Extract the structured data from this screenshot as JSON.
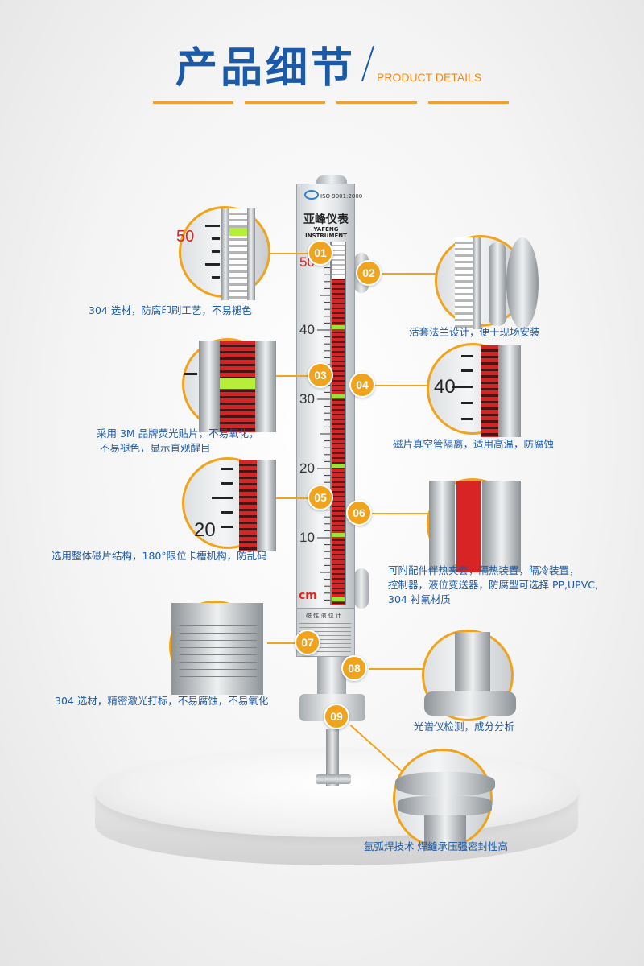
{
  "header": {
    "title": "产品细节",
    "subtitle": "PRODUCT DETAILS",
    "accent_color": "#f0a41e",
    "title_color": "#1c5aa8"
  },
  "instrument": {
    "brand_cn": "亚峰仪表",
    "brand_en": "YAFENG INSTRUMENT",
    "iso_text": "ISO 9001:2000",
    "scale_labels": [
      "50",
      "40",
      "30",
      "20",
      "10"
    ],
    "unit": "cm",
    "nameplate_title": "磁 性 液 位 计"
  },
  "markers": [
    "01",
    "02",
    "03",
    "04",
    "05",
    "06",
    "07",
    "08",
    "09"
  ],
  "captions": {
    "c01": "304 选材，防腐印刷工艺，不易褪色",
    "c02": "活套法兰设计，便于现场安装",
    "c03_line1": "采用 3M 品牌荧光贴片，不易氧化，",
    "c03_line2": "不易褪色，显示直观醒目",
    "c04": "磁片真空管隔离，适用高温，防腐蚀",
    "c05": "选用整体磁片结构，180°限位卡槽机构，防乱码",
    "c06_line1": "可附配件伴热夹套，隔热装置，隔冷装置，",
    "c06_line2": "控制器，液位变送器，防腐型可选择 PP,UPVC,",
    "c06_line3": "304 衬氟材质",
    "c07": "304 选材，精密激光打标，不易腐蚀，不易氧化",
    "c08": "光谱仪检测，成分分析",
    "c09": "氩弧焊技术 焊缝承压强密封性高"
  },
  "zoom": {
    "z01_num": "50",
    "z04_num": "40",
    "z05_num": "20"
  }
}
